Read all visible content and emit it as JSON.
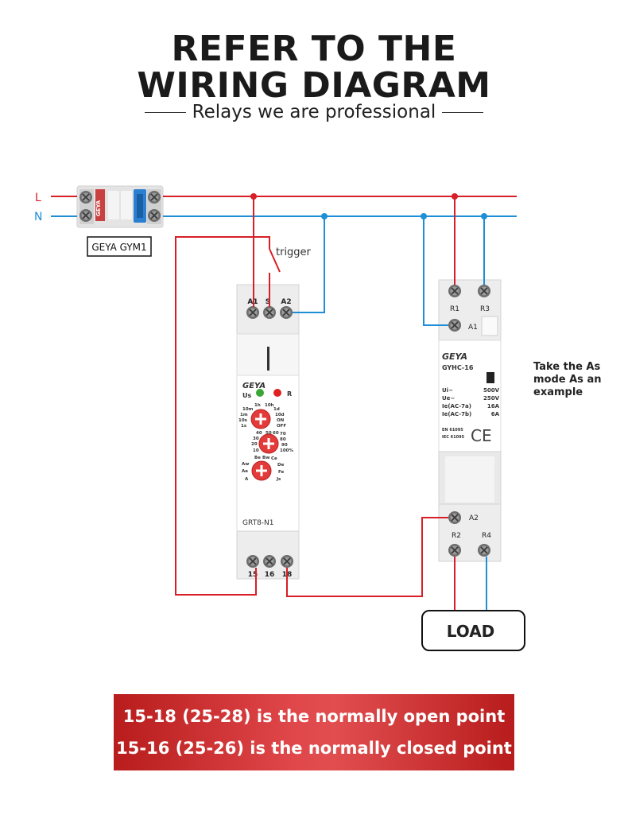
{
  "header": {
    "title_line1": "REFER TO THE",
    "title_line2": "WIRING DIAGRAM",
    "subtitle": "Relays we are professional"
  },
  "lines": {
    "live_label": "L",
    "neutral_label": "N"
  },
  "breaker": {
    "brand": "GEYA",
    "label": "GEYA GYM1"
  },
  "trigger_label": "trigger",
  "timer": {
    "brand": "GEYA",
    "model": "GRT8-N1",
    "top_terminals": [
      "A1",
      "S",
      "A2"
    ],
    "bottom_terminals": [
      "15",
      "16",
      "18"
    ],
    "led_labels": [
      "Us",
      "R"
    ],
    "dial1": [
      "1h",
      "10h",
      "10m",
      "1d",
      "1m",
      "10d",
      "10s",
      "ON",
      "1s",
      "OFF"
    ],
    "dial2": [
      "40",
      "50",
      "60",
      "70",
      "30",
      "80",
      "20",
      "90",
      "10",
      "100%"
    ],
    "dial3": [
      "Be",
      "Bw",
      "Ce",
      "Aw",
      "De",
      "Ae",
      "Fe",
      "A",
      "Js"
    ]
  },
  "contactor": {
    "brand": "GEYA",
    "model": "GYHC-16",
    "terminals": [
      "R1",
      "R3",
      "A1",
      "A2",
      "R2",
      "R4"
    ],
    "specs": [
      {
        "k": "Ui~",
        "v": "500V"
      },
      {
        "k": "Ue~",
        "v": "250V"
      },
      {
        "k": "Ie(AC-7a)",
        "v": "16A"
      },
      {
        "k": "Ie(AC-7b)",
        "v": "6A"
      }
    ],
    "standards": [
      "EN 61095",
      "IEC 61095"
    ],
    "ce_mark": "CE"
  },
  "load_label": "LOAD",
  "note": [
    "Take the As",
    "mode As an",
    "example"
  ],
  "banner": {
    "line1": "15-18 (25-28) is the normally open point",
    "line2": "15-16 (25-26) is the normally closed point"
  },
  "colors": {
    "live": "#d81e26",
    "neutral": "#1e8fd6",
    "banner": "#d63a3d"
  }
}
